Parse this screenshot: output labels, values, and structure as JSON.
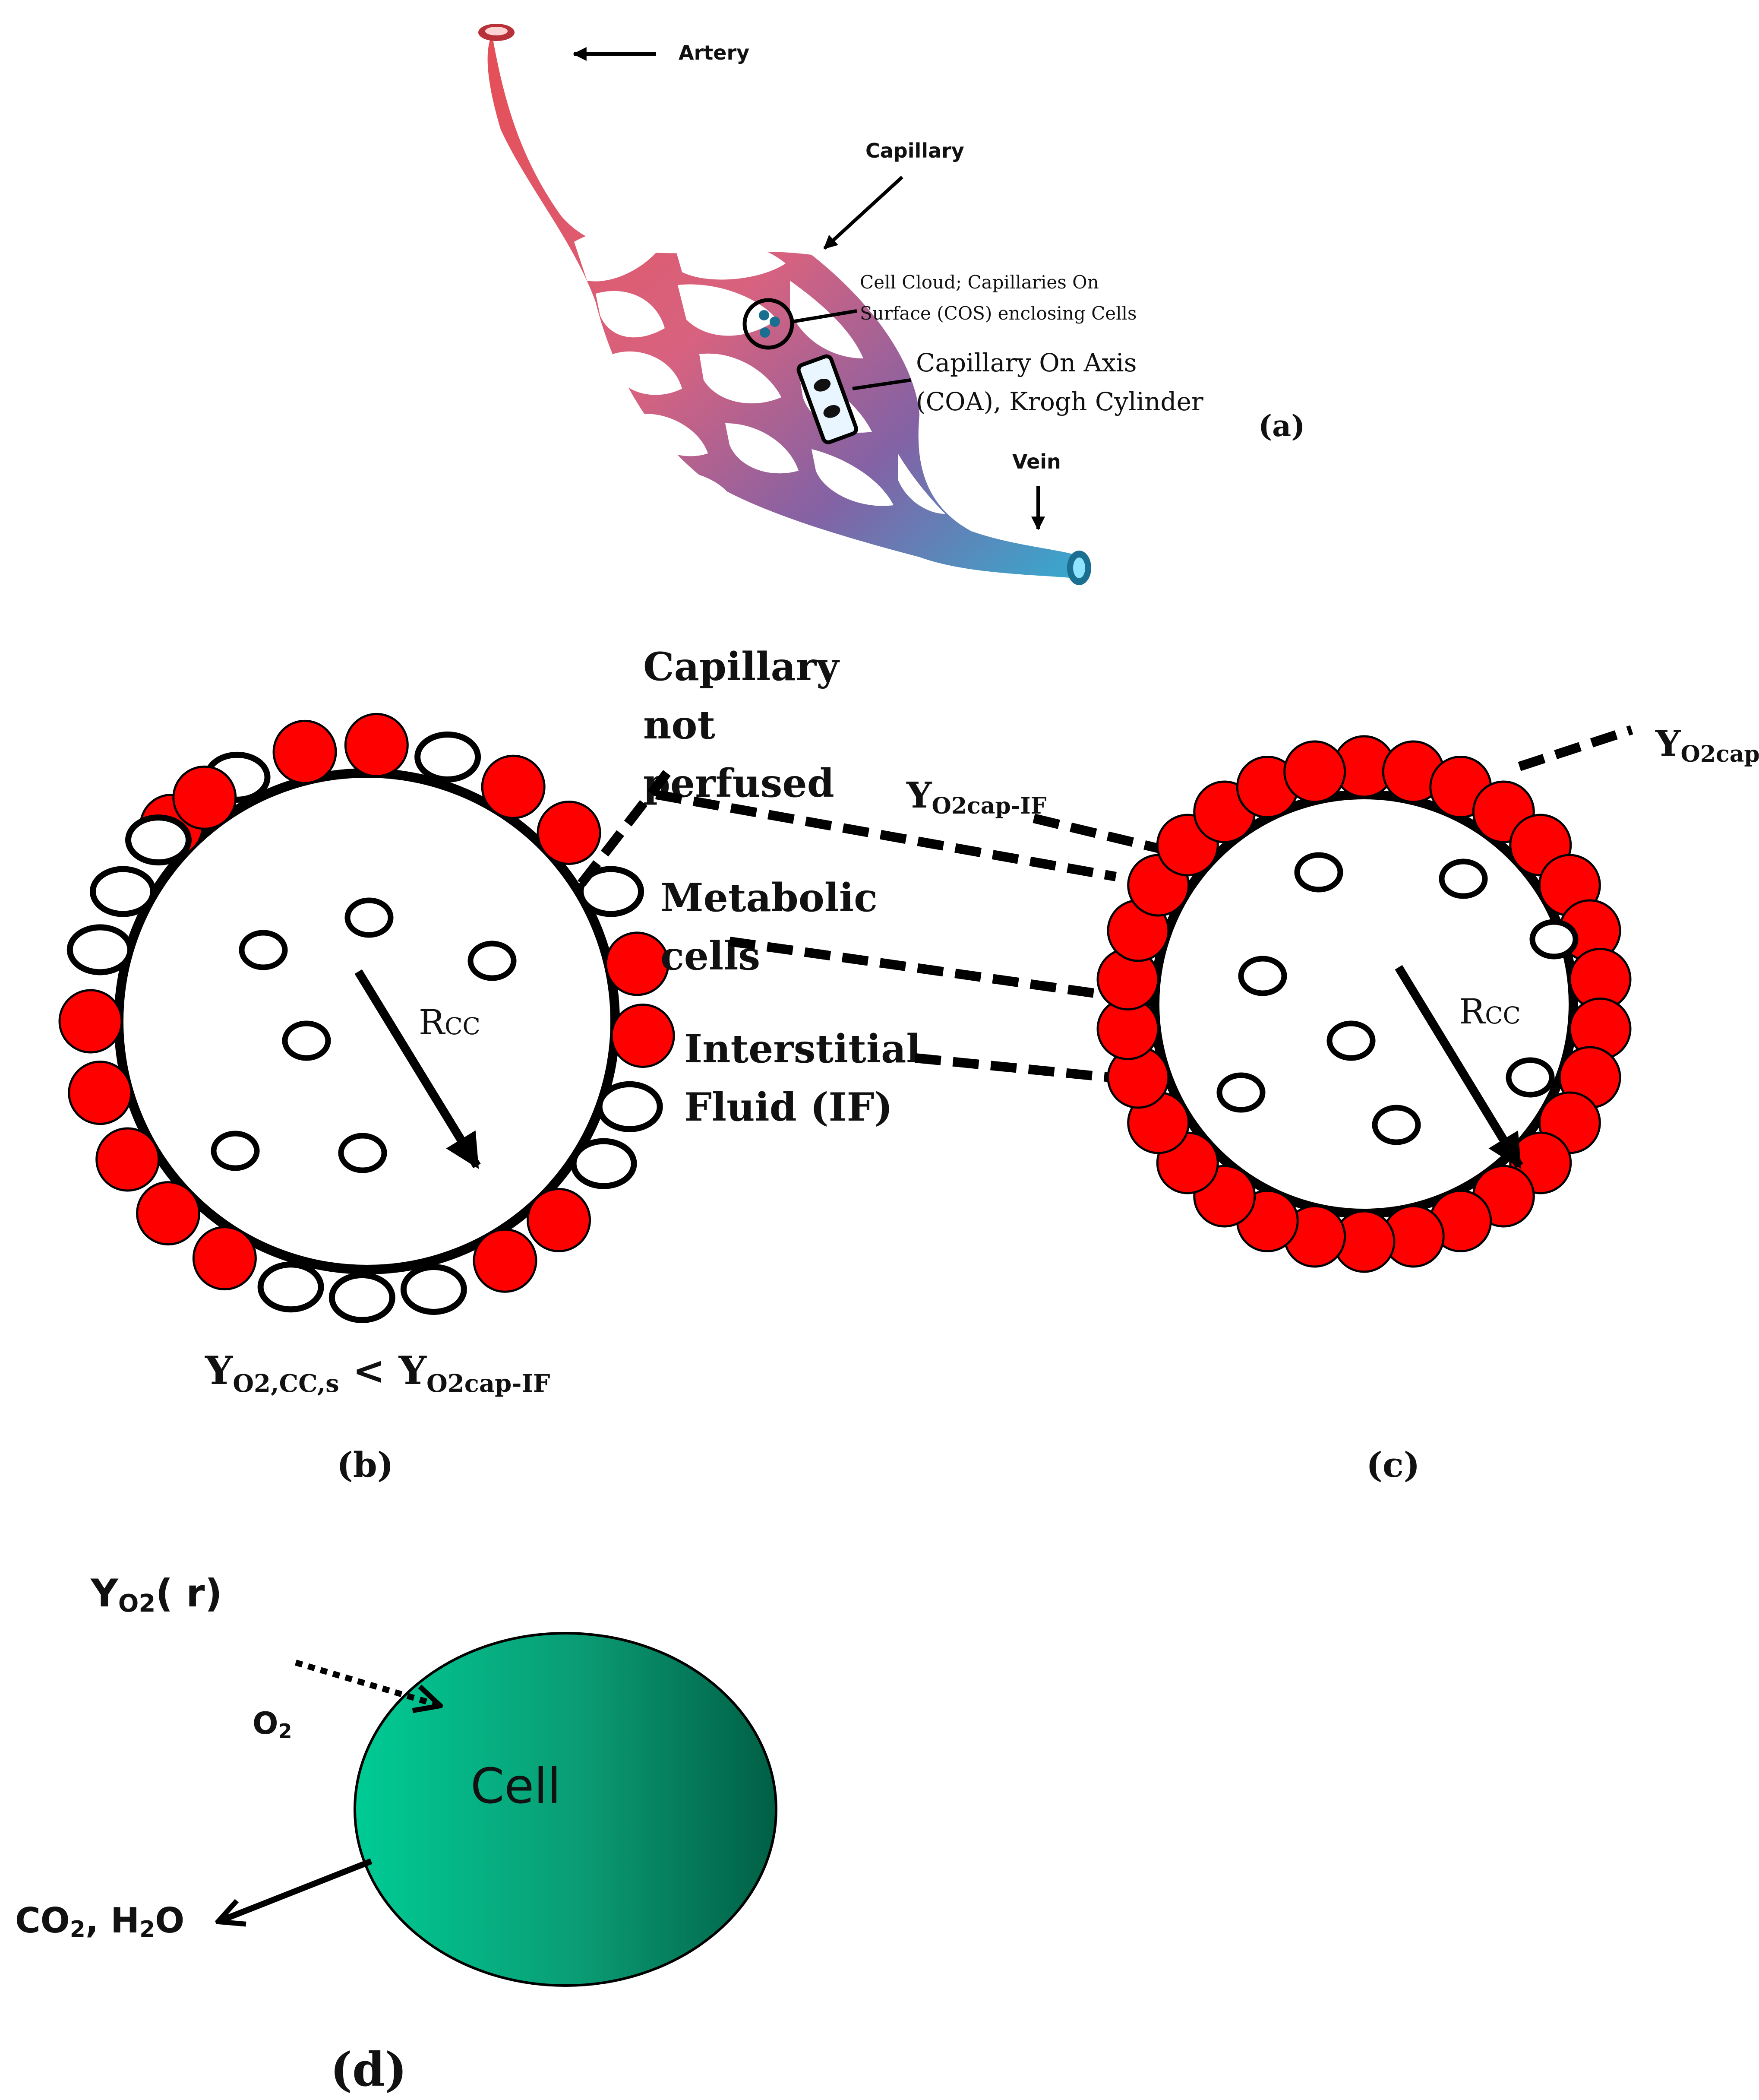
{
  "panel_a": {
    "artery": "Artery",
    "capillary": "Capillary",
    "cos_line1": "Cell Cloud; Capillaries On",
    "cos_line2": "Surface (COS) enclosing Cells",
    "coa_line1": "Capillary On Axis",
    "coa_line2": "(COA), Krogh Cylinder",
    "vein": "Vein",
    "tag": "(a)",
    "colors": {
      "artery": "#e4454c",
      "vein": "#2aa6cc"
    }
  },
  "panel_b": {
    "rcc_main": "R",
    "rcc_sub": "CC",
    "caption": {
      "y1": "Y",
      "sub1": "O2,CC,s",
      "lt": " < ",
      "y2": "Y",
      "sub2": "O2cap-IF"
    },
    "tag": "(b)"
  },
  "center_labels": {
    "capillary_line1": "Capillary",
    "capillary_line2": "not",
    "capillary_line3": "perfused",
    "metabolic_line1": "Metabolic",
    "metabolic_line2": "cells",
    "interstitial_line1": "Interstitial",
    "interstitial_line2": "Fluid (IF)",
    "ycapif_main": "Y",
    "ycapif_sub": "O2cap-IF"
  },
  "panel_c": {
    "rcc_main": "R",
    "rcc_sub": "CC",
    "ycap_main": "Y",
    "ycap_sub": "O2cap",
    "tag": "(c)"
  },
  "panel_d": {
    "yo2_main": "Y",
    "yo2_sub": "O2",
    "yo2_rest": "( r)",
    "o2_main": "O",
    "o2_sub": "2",
    "cell": "Cell",
    "out_a": "CO",
    "out_a_sub": "2",
    "out_b": ", H",
    "out_b_sub": "2",
    "out_c": "O",
    "tag": "(d)",
    "colors": {
      "cell_light": "#00cc95",
      "cell_dark": "#005f45"
    }
  },
  "colors": {
    "rbc": "#ff0000",
    "outline": "#000000"
  }
}
